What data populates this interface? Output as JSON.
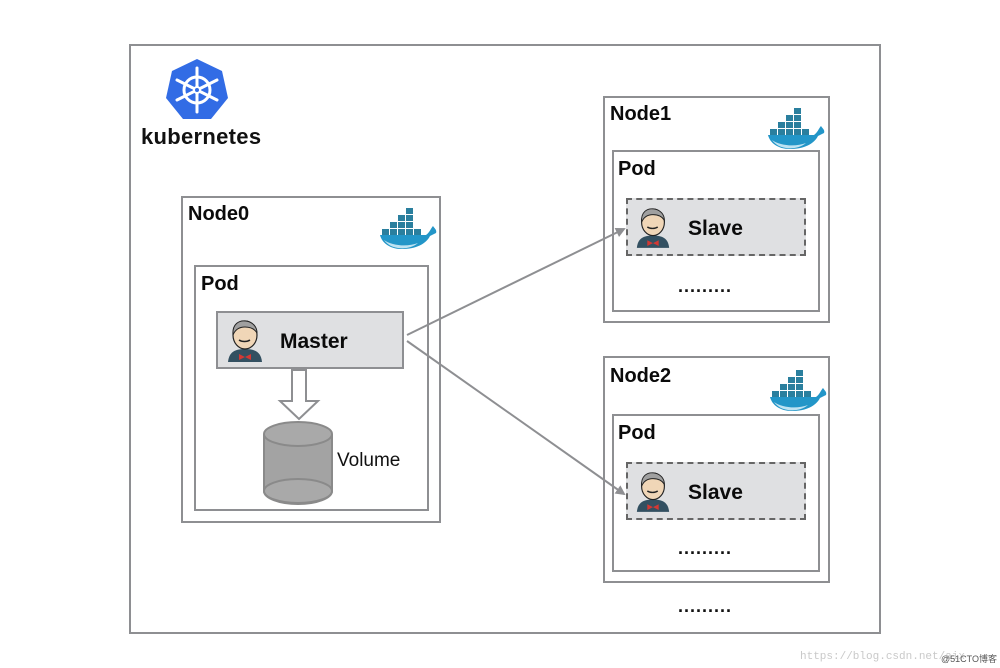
{
  "logo": {
    "name": "kubernetes",
    "icon": "kubernetes-helm-icon",
    "color": "#326ce5"
  },
  "nodes": [
    {
      "label": "Node0",
      "icon": "docker-whale-icon",
      "pod": {
        "label": "Pod",
        "container": {
          "label": "Master",
          "icon": "jenkins-butler-icon",
          "border": "solid"
        },
        "volume": {
          "label": "Volume",
          "icon": "cylinder-volume-icon"
        }
      }
    },
    {
      "label": "Node1",
      "icon": "docker-whale-icon",
      "pod": {
        "label": "Pod",
        "container": {
          "label": "Slave",
          "icon": "jenkins-butler-icon",
          "border": "dashed"
        },
        "more": "........."
      }
    },
    {
      "label": "Node2",
      "icon": "docker-whale-icon",
      "pod": {
        "label": "Pod",
        "container": {
          "label": "Slave",
          "icon": "jenkins-butler-icon",
          "border": "dashed"
        },
        "more": "........."
      }
    }
  ],
  "more_nodes": ".........",
  "edges": [
    {
      "from": "Master",
      "to": "Node1 Slave"
    },
    {
      "from": "Master",
      "to": "Node2 Slave"
    }
  ],
  "colors": {
    "frame": "#8e8f92",
    "container_fill": "#dfe0e2",
    "docker": "#2396c8",
    "kubernetes": "#326ce5",
    "arrow": "#8e8f92"
  },
  "watermark": {
    "url": "https://blog.csdn.net/aix",
    "site": "@51CTO博客"
  }
}
